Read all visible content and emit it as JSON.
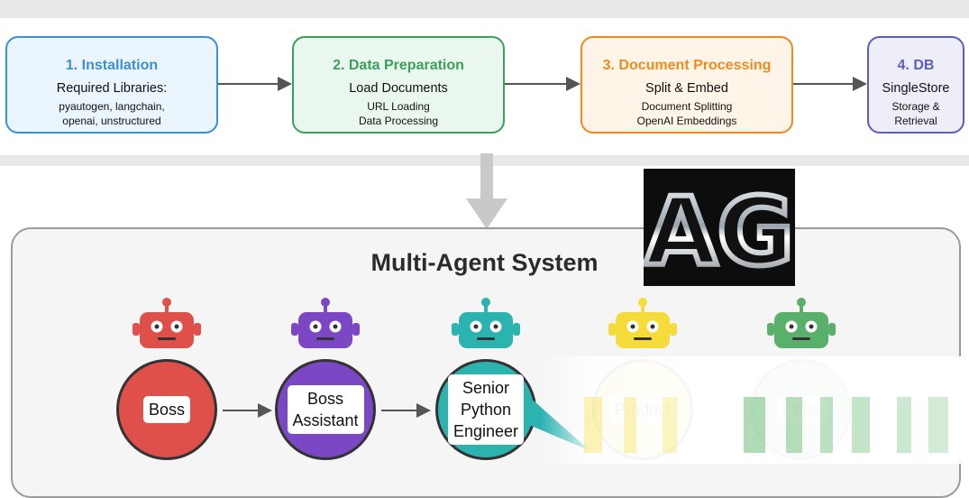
{
  "pipeline": {
    "stages": [
      {
        "title": "1. Installation",
        "main": "Required Libraries:",
        "sub": [
          "pyautogen, langchain,",
          "openai, unstructured"
        ],
        "color": "#3b8fd6",
        "fill": "#eaf5fd"
      },
      {
        "title": "2. Data Preparation",
        "main": "Load Documents",
        "sub": [
          "URL Loading",
          "Data Processing"
        ],
        "color": "#3aa05b",
        "fill": "#eaf7ee"
      },
      {
        "title": "3. Document Processing",
        "main": "Split & Embed",
        "sub": [
          "Document Splitting",
          "OpenAI Embeddings"
        ],
        "color": "#ef8b1c",
        "fill": "#fef5e8"
      },
      {
        "title": "4. DB",
        "main": "SingleStore",
        "sub": [
          "Storage &",
          "Retrieval"
        ],
        "color": "#5a5fbf",
        "fill": "#eeeef9"
      }
    ]
  },
  "system": {
    "title": "Multi-Agent System",
    "logo_text": "AG"
  },
  "agents": [
    {
      "label": "Boss",
      "color": "#e0504a"
    },
    {
      "label": "Boss\nAssistant",
      "color": "#7b47c4"
    },
    {
      "label": "Senior\nPython\nEngineer",
      "color": "#2bb3b0"
    },
    {
      "label": "Product",
      "color": "#f5dc3a"
    },
    {
      "label": "Code",
      "color": "#58b06a"
    }
  ]
}
